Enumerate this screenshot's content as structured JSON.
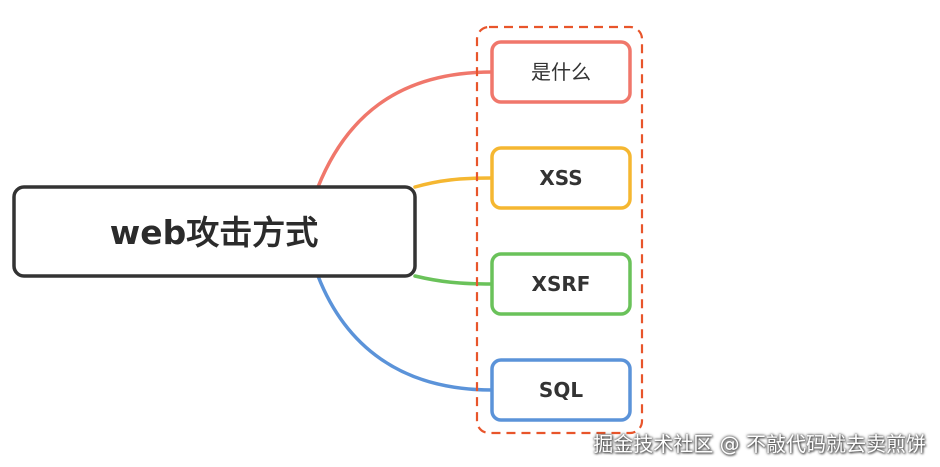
{
  "root": {
    "label": "web攻击方式"
  },
  "children": [
    {
      "label": "是什么",
      "color": "#f0776b",
      "bold": false
    },
    {
      "label": "XSS",
      "color": "#f5b731",
      "bold": true
    },
    {
      "label": "XSRF",
      "color": "#6ac25a",
      "bold": true
    },
    {
      "label": "SQL",
      "color": "#5b93d9",
      "bold": true
    }
  ],
  "group_frame_color": "#e8552b",
  "watermark": "掘金技术社区 @ 不敲代码就去卖煎饼"
}
